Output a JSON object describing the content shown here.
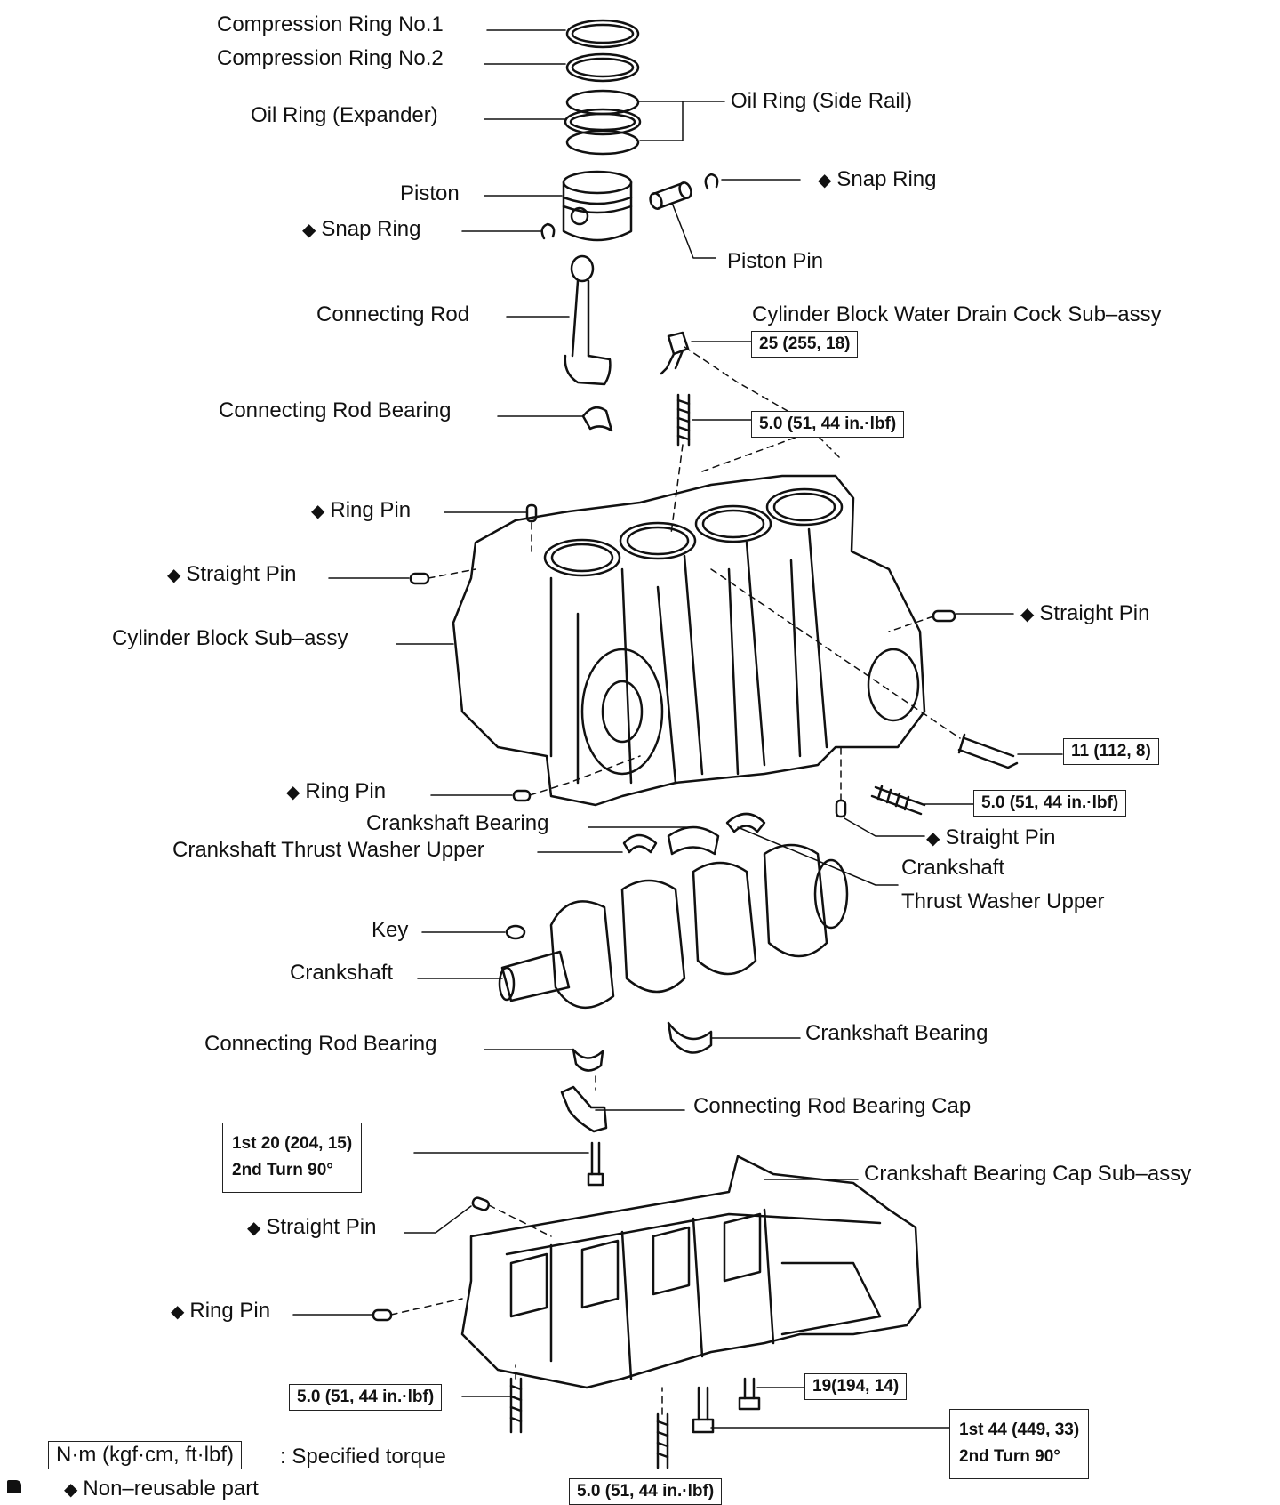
{
  "diamond": "◆",
  "labels": {
    "comp_ring1": "Compression Ring No.1",
    "comp_ring2": "Compression Ring No.2",
    "oil_ring_exp": "Oil Ring (Expander)",
    "oil_ring_side": "Oil Ring (Side Rail)",
    "piston": "Piston",
    "snap_ring_r": "Snap Ring",
    "snap_ring_l": "Snap Ring",
    "piston_pin": "Piston Pin",
    "connecting_rod": "Connecting Rod",
    "drain_cock": "Cylinder Block Water Drain Cock Sub–assy",
    "con_rod_bearing_1": "Connecting Rod Bearing",
    "ring_pin_1": "Ring Pin",
    "straight_pin_1": "Straight Pin",
    "straight_pin_r": "Straight Pin",
    "cyl_block": "Cylinder Block Sub–assy",
    "ring_pin_2": "Ring Pin",
    "crank_bearing_1": "Crankshaft Bearing",
    "thrust_upper_l": "Crankshaft Thrust Washer Upper",
    "straight_pin_2": "Straight Pin",
    "thrust_upper_r_1": "Crankshaft",
    "thrust_upper_r_2": "Thrust Washer Upper",
    "key": "Key",
    "crankshaft": "Crankshaft",
    "con_rod_bearing_2": "Connecting Rod Bearing",
    "crank_bearing_2": "Crankshaft Bearing",
    "con_rod_cap": "Connecting Rod Bearing Cap",
    "crank_cap": "Crankshaft Bearing Cap Sub–assy",
    "straight_pin_3": "Straight Pin",
    "ring_pin_3": "Ring Pin"
  },
  "torques": {
    "drain_cock": "25 (255, 18)",
    "stud_top": "5.0 (51, 44 in.·lbf)",
    "plug_right": "11 (112, 8)",
    "stud_right": "5.0 (51, 44 in.·lbf)",
    "cap_bolt_1": "1st 20 (204, 15)",
    "cap_bolt_2": "2nd Turn 90°",
    "stud_bl": "5.0 (51, 44 in.·lbf)",
    "bolt_19": "19(194, 14)",
    "main_bolt_1": "1st 44 (449, 33)",
    "main_bolt_2": "2nd Turn 90°",
    "stud_bottom": "5.0 (51, 44 in.·lbf)"
  },
  "legend": {
    "unit_box": "N·m (kgf·cm, ft·lbf)",
    "torque_text": ": Specified torque",
    "nonreusable": "Non–reusable part"
  }
}
